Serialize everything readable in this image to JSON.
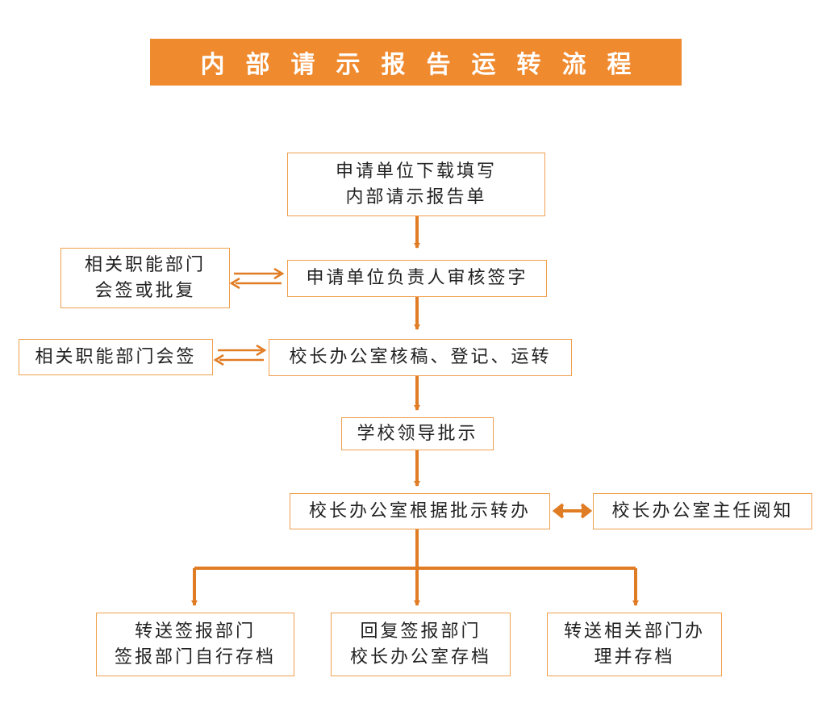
{
  "title": "内部请示报告运转流程",
  "colors": {
    "accent": "#f08a2e",
    "arrow": "#e07c24",
    "border": "#f0a04e"
  },
  "nodes": {
    "download": {
      "line1": "申请单位下载填写",
      "line2": "内部请示报告单"
    },
    "dept_sign_reply": {
      "line1": "相关职能部门",
      "line2": "会签或批复"
    },
    "unit_head": {
      "line1": "申请单位负责人审核签字"
    },
    "dept_countersign": {
      "line1": "相关职能部门会签"
    },
    "office_review": {
      "line1": "校长办公室核稿、登记、运转"
    },
    "leader": {
      "line1": "学校领导批示"
    },
    "office_transfer": {
      "line1": "校长办公室根据批示转办"
    },
    "director": {
      "line1": "校长办公室主任阅知"
    },
    "branch_left": {
      "line1": "转送签报部门",
      "line2": "签报部门自行存档"
    },
    "branch_mid": {
      "line1": "回复签报部门",
      "line2": "校长办公室存档"
    },
    "branch_right": {
      "line1": "转送相关部门办",
      "line2": "理并存档"
    }
  }
}
